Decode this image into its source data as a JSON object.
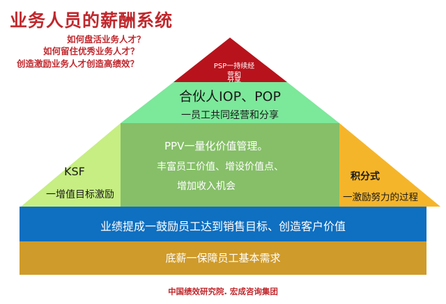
{
  "header": {
    "title": "业务人员的薪酬系统",
    "questions": [
      "如何盘活业务人才？",
      "如何留住优秀业务人才？",
      "创造激励业务人才创造高绩效？"
    ]
  },
  "pyramid": {
    "psp": {
      "line1": "PSP一持续经",
      "line2": "营和",
      "line3": "分享",
      "color": "#b8131c"
    },
    "partner": {
      "title": "合伙人IOP、POP",
      "subtitle": "一员工共同经营和分享",
      "color": "#7ce89a"
    },
    "ppv": {
      "line1": "PPV一量化价值管理。",
      "line2": "丰富员工价值、增设价值点、",
      "line3": "增加收入机会",
      "color": "#86bf68"
    },
    "ksf": {
      "title": "KSF",
      "subtitle": "一增值目标激励",
      "color": "#c6ee82"
    },
    "points": {
      "title": "积分式",
      "subtitle": "一激励努力的过程",
      "color": "#f5b52a"
    },
    "bonus": {
      "text": "业绩提成一鼓励员工达到销售目标、创造客户价值",
      "color": "#0f6fc0"
    },
    "base": {
      "text": "底薪一保障员工基本需求",
      "color": "#cf9b2a"
    }
  },
  "footer": {
    "text": "中国绩效研究院. 宏成咨询集团"
  }
}
